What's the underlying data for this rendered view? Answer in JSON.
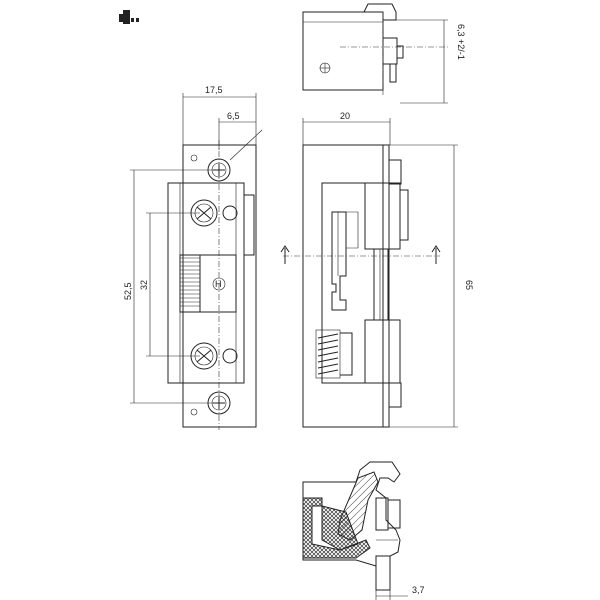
{
  "drawing": {
    "title": "",
    "dimensions": {
      "width_top": "17,5",
      "offset_screw": "6,5",
      "side_width": "20",
      "height_total": "52,5",
      "hole_spacing": "32",
      "side_height": "65",
      "adjust": "6,3 +2/-1",
      "bottom_offset": "3,7"
    },
    "marks": {
      "h_mark": "H"
    },
    "icons": {
      "corner_symbol": "security-lock-icon"
    },
    "colors": {
      "line": "#222222",
      "hatch": "#444444",
      "fill": "#d8d8d8"
    }
  }
}
